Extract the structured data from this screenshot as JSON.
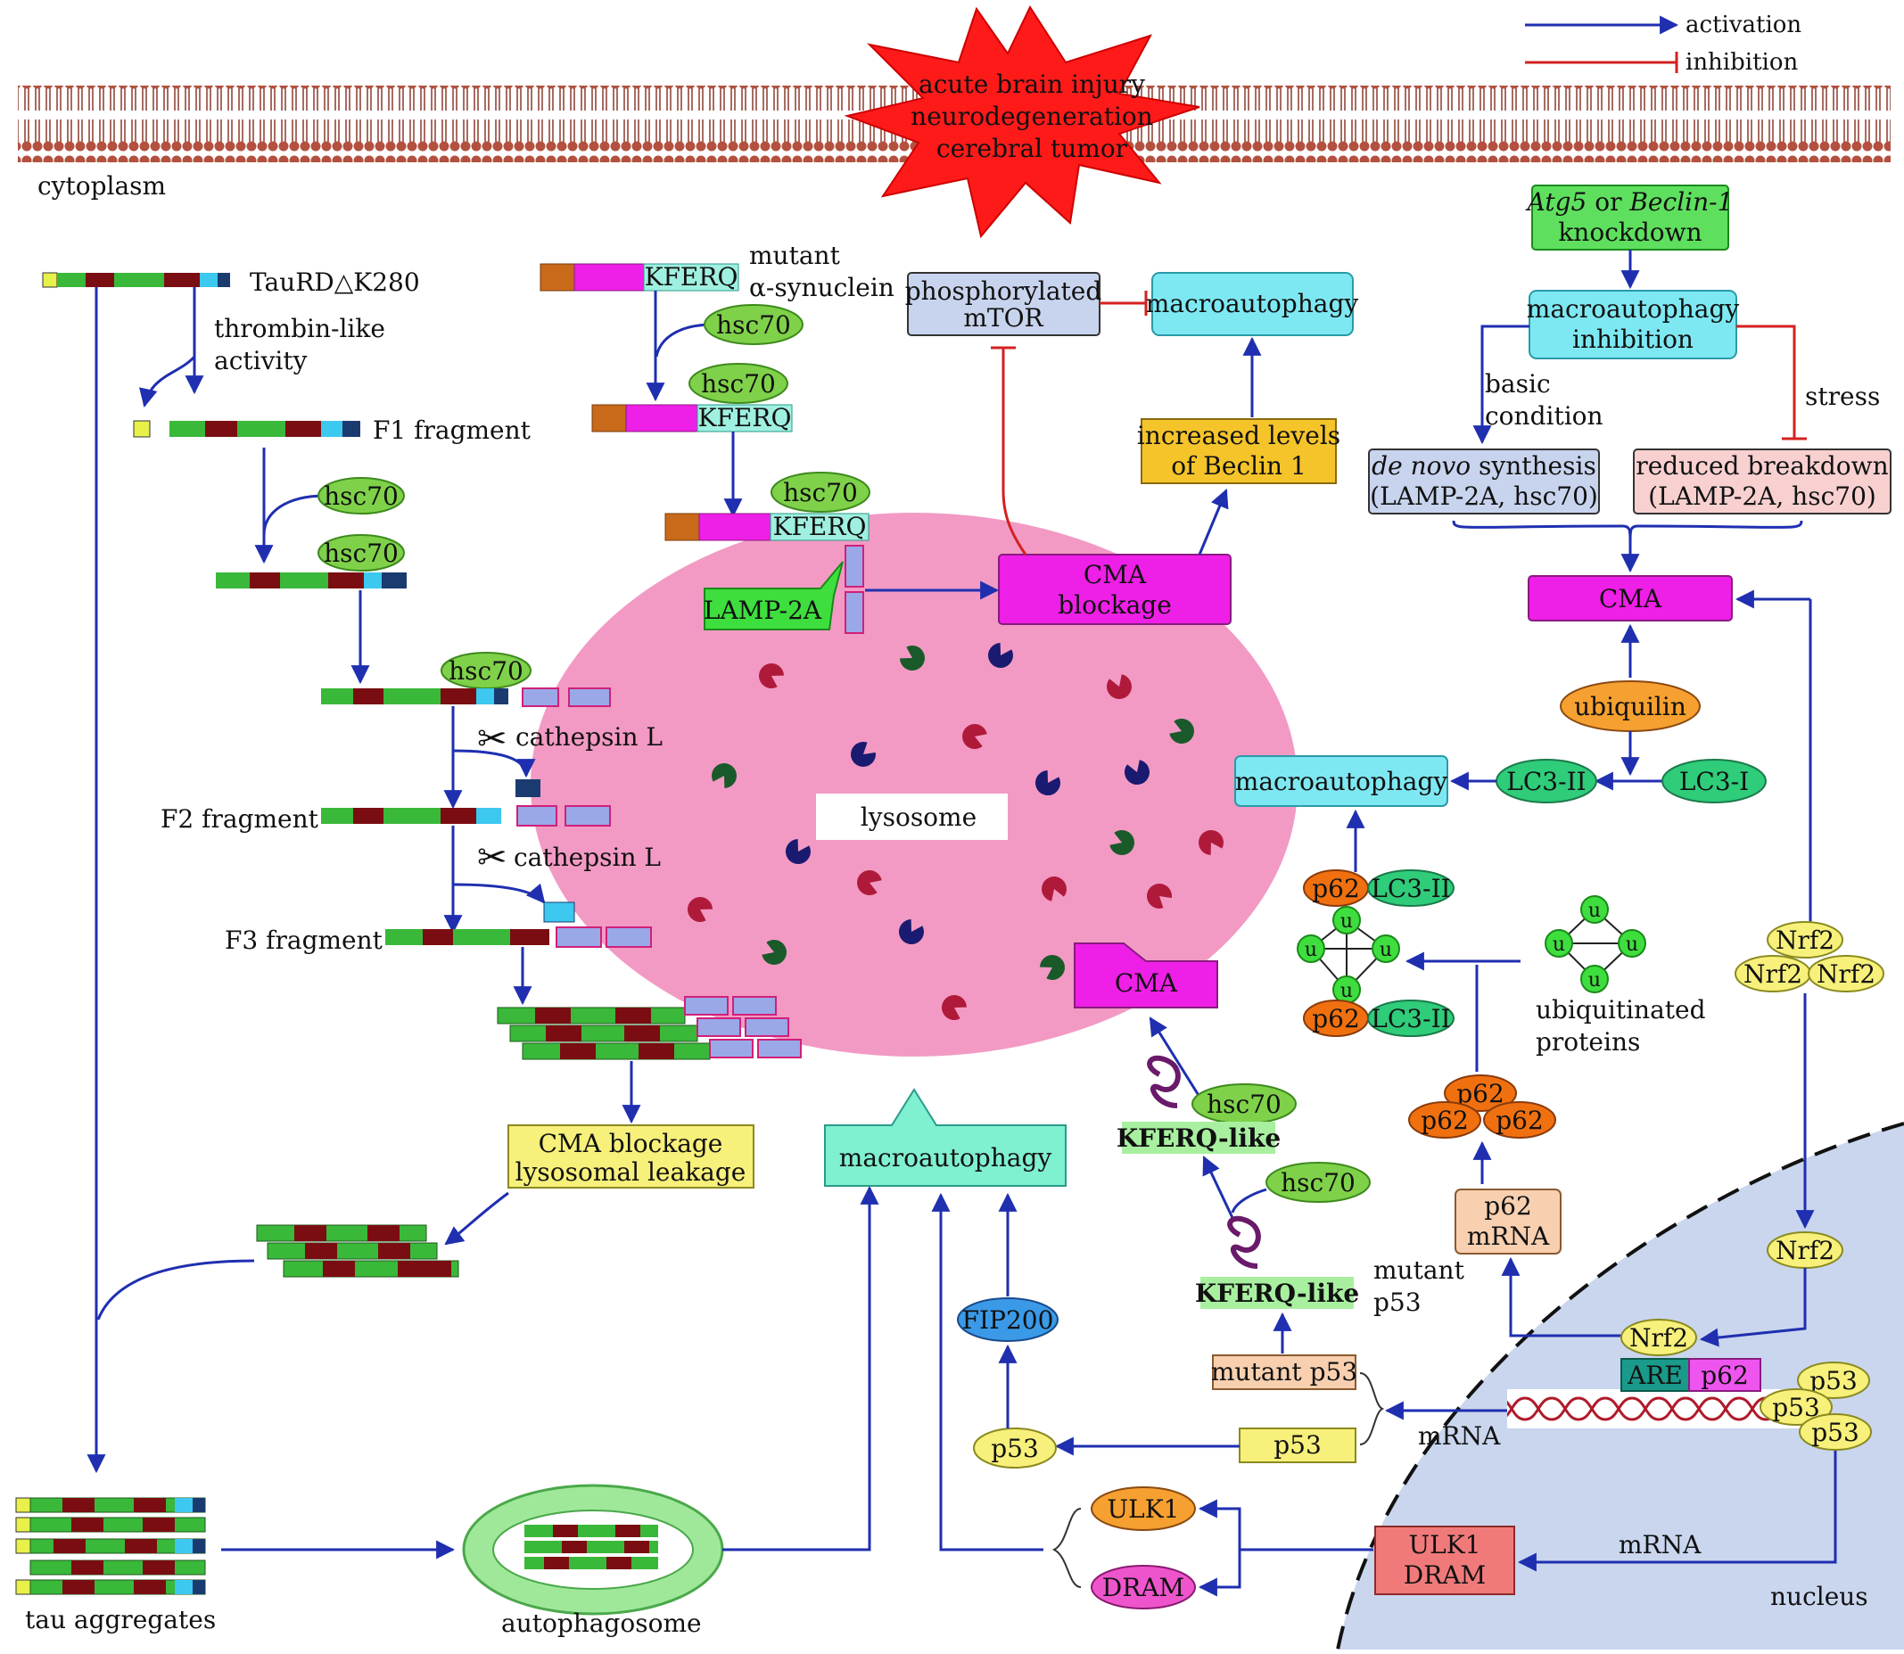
{
  "legend": {
    "activation": "activation",
    "inhibition": "inhibition"
  },
  "colors": {
    "activation": "#1f2fb0",
    "inhibition": "#d42020",
    "membrane": "#b04a3a",
    "lysosome": "#f29ac4",
    "nucleus": "#c9d6ee",
    "green_node": "#7fd14a",
    "cyan_node": "#7ee8f2",
    "magenta_node": "#ee1fe6",
    "yellow_node": "#f7f07a",
    "orange_node": "#f5a030"
  },
  "starburst": {
    "line1": "acute brain injury",
    "line2": "neurodegeneration",
    "line3": "cerebral tumor"
  },
  "labels": {
    "cytoplasm": "cytoplasm",
    "nucleus": "nucleus",
    "lysosome": "lysosome",
    "taurd": "TauRD△K280",
    "thrombin1": "thrombin-like",
    "thrombin2": "activity",
    "f1": "F1 fragment",
    "f2": "F2 fragment",
    "f3": "F3 fragment",
    "cathepsin1": "cathepsin L",
    "cathepsin2": "cathepsin L",
    "tau_aggregates": "tau aggregates",
    "autophagosome": "autophagosome",
    "mutant": "mutant",
    "synuclein": "α-synuclein",
    "basic": "basic",
    "condition": "condition",
    "stress": "stress",
    "ubiq1": "ubiquitinated",
    "ubiq2": "proteins",
    "mutant_p53_a": "mutant",
    "mutant_p53_b": "p53",
    "mrna1": "mRNA",
    "mrna2": "mRNA"
  },
  "nodes": {
    "hsc70": "hsc70",
    "kferq": "KFERQ",
    "lamp2a": "LAMP-2A",
    "phospho_mtor_1": "phosphorylated",
    "phospho_mtor_2": "mTOR",
    "macroautophagy": "macroautophagy",
    "beclin_1": "increased levels",
    "beclin_2": "of Beclin 1",
    "cma_blockage_1": "CMA",
    "cma_blockage_2": "blockage",
    "atg5_italic_a": "Atg5",
    "atg5_or": " or ",
    "atg5_italic_b": "Beclin-1",
    "knockdown": "knockdown",
    "macro_inhib_1": "macroautophagy",
    "macro_inhib_2": "inhibition",
    "denovo_italic": "de novo",
    "denovo_rest": " synthesis",
    "lamp_hsc": "(LAMP-2A, hsc70)",
    "reduced": "reduced breakdown",
    "cma": "CMA",
    "ubiquilin": "ubiquilin",
    "lc3ii": "LC3-II",
    "lc3i": "LC3-I",
    "p62": "p62",
    "u": "u",
    "nrf2": "Nrf2",
    "are": "ARE",
    "p62_mrna_1": "p62",
    "p62_mrna_2": "mRNA",
    "kferq_like": "KFERQ-like",
    "mutant_p53": "mutant p53",
    "p53": "p53",
    "fip200": "FIP200",
    "ulk1": "ULK1",
    "dram": "DRAM",
    "ulk1_dram_1": "ULK1",
    "ulk1_dram_2": "DRAM",
    "cma_block_leak_1": "CMA blockage",
    "cma_block_leak_2": "lysosomal leakage"
  }
}
